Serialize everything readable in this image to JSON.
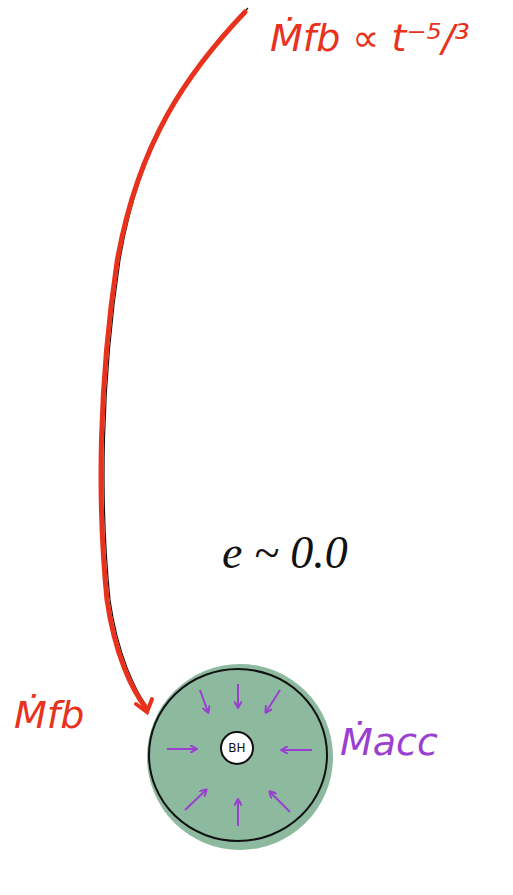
{
  "diagram": {
    "nodes": [
      {
        "text": [
          "BH"
        ]
      }
    ],
    "labels": [
      "Ṁfb ∝ t⁻⁵/³",
      "e ~ 0.0",
      "Ṁfb",
      "Ṁacc"
    ]
  }
}
